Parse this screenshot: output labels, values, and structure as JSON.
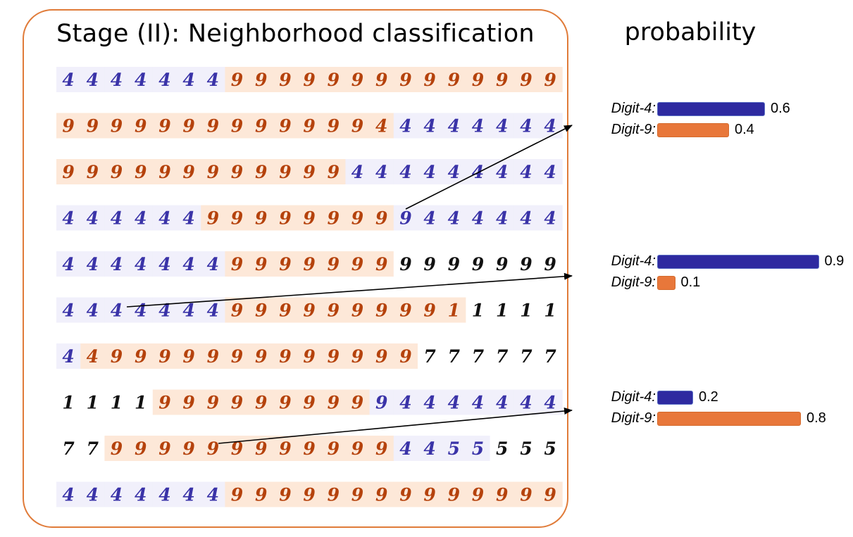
{
  "stage_title": "Stage (II): Neighborhood classification",
  "probability_title": "probability",
  "colors": {
    "border": "#e07b39",
    "digit4": "#2e2aa0",
    "digit9": "#e8773a",
    "row_bg_orange": "#fde8d8",
    "row_bg_blue": "#f1f0fb",
    "glyph_orange": "#b5420c",
    "glyph_blue": "#3a33a8",
    "glyph_black": "#111111",
    "arrow": "#000000"
  },
  "rows": [
    {
      "glyphs": "4444444999999999999999",
      "classes": "bbbbbbboooooooooooooo"
    },
    {
      "glyphs": "99999999999994444444",
      "classes": "oooooooooooooobbbbbbb"
    },
    {
      "glyphs": "99999999999944444444",
      "classes": "oooooooooooobbbbbbbbb"
    },
    {
      "glyphs": "44444499999999944444",
      "classes": "bbbbbboooooooobbbbbbb"
    },
    {
      "glyphs": "44444449999999999999",
      "classes": "bbbbbbboooooookkkkkkk"
    },
    {
      "glyphs": "44444449999999991111",
      "classes": "bbbbbbbooooooooookkkk"
    },
    {
      "glyphs": "44999999999999977777",
      "classes": "booooooooooooookkkkkk"
    },
    {
      "glyphs": "11119999999999444444",
      "classes": "kkkkooooooooobbbbbbbb"
    },
    {
      "glyphs": "77999999999999445555",
      "classes": "kkoooooooooooobbbbkkk"
    },
    {
      "glyphs": "44444449999999999999",
      "classes": "bbbbbbboooooooooooooo"
    }
  ],
  "groups": [
    {
      "items": [
        {
          "label": "Digit-4:",
          "value": 0.6,
          "value_text": "0.6",
          "class": "digit4"
        },
        {
          "label": "Digit-9:",
          "value": 0.4,
          "value_text": "0.4",
          "class": "digit9"
        }
      ]
    },
    {
      "items": [
        {
          "label": "Digit-4:",
          "value": 0.9,
          "value_text": "0.9",
          "class": "digit4"
        },
        {
          "label": "Digit-9:",
          "value": 0.1,
          "value_text": "0.1",
          "class": "digit9"
        }
      ]
    },
    {
      "items": [
        {
          "label": "Digit-4:",
          "value": 0.2,
          "value_text": "0.2",
          "class": "digit4"
        },
        {
          "label": "Digit-9:",
          "value": 0.8,
          "value_text": "0.8",
          "class": "digit9"
        }
      ]
    }
  ]
}
